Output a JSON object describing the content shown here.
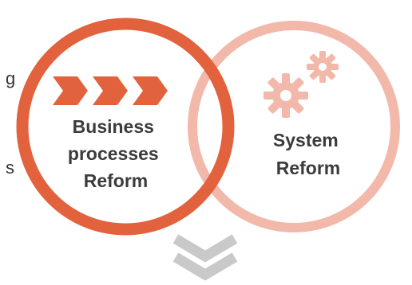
{
  "left_edge_fragments": {
    "top": "g",
    "bottom": "s"
  },
  "business_circle": {
    "label_lines": [
      "Business",
      "processes",
      "Reform"
    ],
    "icon": "chevron-arrows-icon",
    "color": "#e3623e"
  },
  "system_circle": {
    "label_lines": [
      "System",
      "Reform"
    ],
    "icon": "gears-icon",
    "color": "#f2b9ab"
  },
  "down_arrow": {
    "icon": "double-chevron-down-icon",
    "color": "#c9c9c9"
  }
}
